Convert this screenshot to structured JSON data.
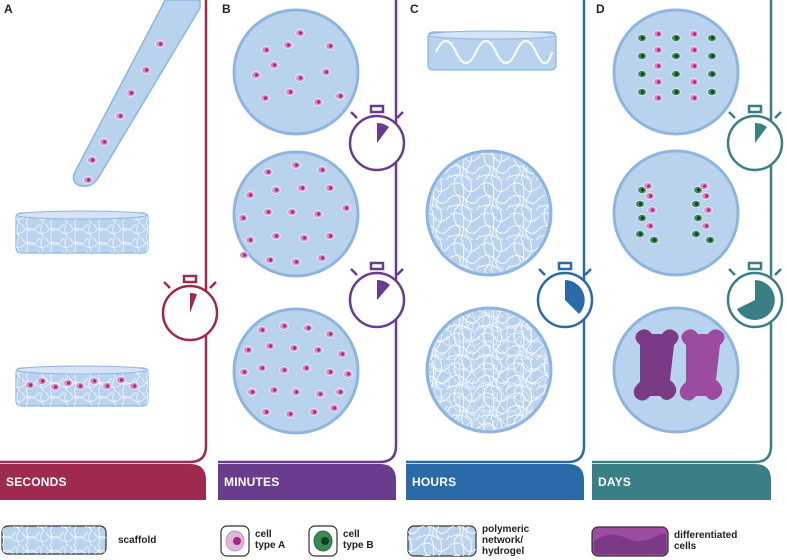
{
  "panels": [
    {
      "letter": "A",
      "time_label": "SECONDS",
      "color": "#9e2a4d"
    },
    {
      "letter": "B",
      "time_label": "MINUTES",
      "color": "#6a3c8e"
    },
    {
      "letter": "C",
      "time_label": "HOURS",
      "color": "#2b6aa8"
    },
    {
      "letter": "D",
      "time_label": "DAYS",
      "color": "#3a7f86"
    }
  ],
  "legend": {
    "scaffold": "scaffold",
    "cell_a_line1": "cell",
    "cell_a_line2": "type A",
    "cell_b_line1": "cell",
    "cell_b_line2": "type B",
    "hydrogel_line1": "polymeric",
    "hydrogel_line2": "network/",
    "hydrogel_line3": "hydrogel",
    "diff_line1": "differentiated",
    "diff_line2": "cells"
  },
  "colors": {
    "dish_fill": "#b9d3ef",
    "dish_stroke": "#8fb5de",
    "cell_a": "#d98fc6",
    "cell_a_nucleus": "#9e2a78",
    "cell_b": "#3a8a57",
    "cell_b_nucleus": "#0f3e24",
    "differentiated": "#7b3a86"
  },
  "icons": [
    "pipette-icon",
    "stopwatch-icon",
    "petri-dish-icon",
    "cell-icon",
    "bone-tissue-icon"
  ]
}
